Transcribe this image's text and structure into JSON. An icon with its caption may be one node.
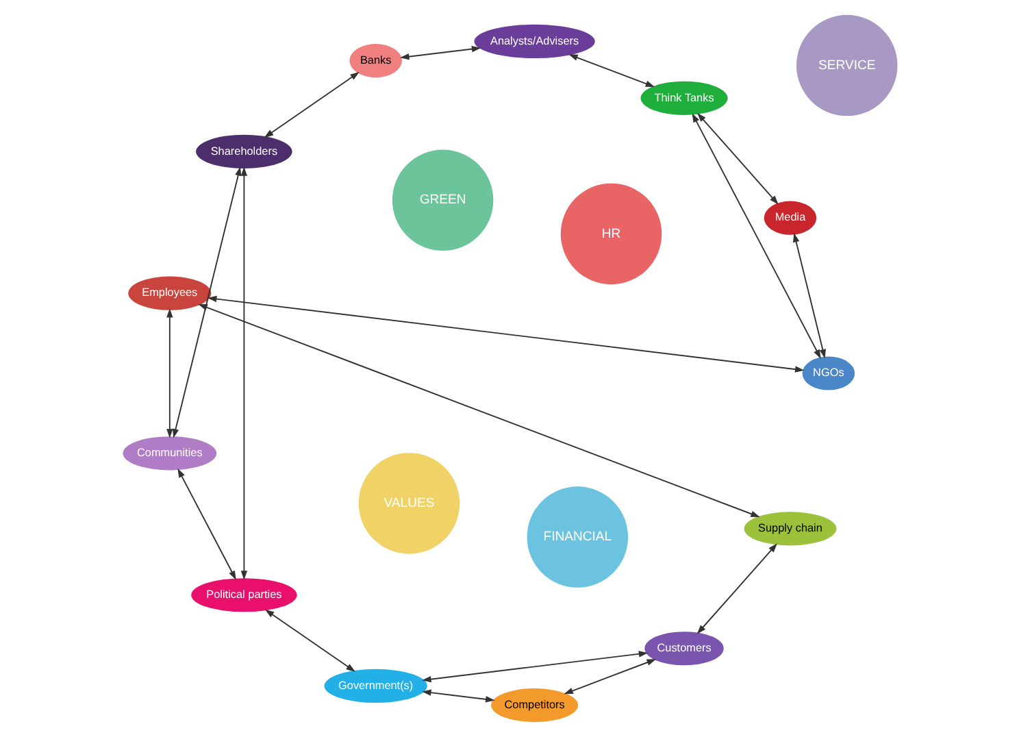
{
  "diagram": {
    "nodes": [
      {
        "text": [
          "NGOs"
        ]
      },
      {
        "text": [
          "Media"
        ]
      },
      {
        "text": [
          "Employees"
        ]
      },
      {
        "text": [
          "Think Tanks"
        ]
      },
      {
        "text": [
          "HR"
        ]
      },
      {
        "text": [
          "Supply chain"
        ]
      },
      {
        "text": [
          "GREEN"
        ]
      },
      {
        "text": [
          "Analysts/Advisers"
        ]
      },
      {
        "text": [
          "VALUES"
        ]
      },
      {
        "text": [
          "Customers"
        ]
      },
      {
        "text": [
          "FINANCIAL"
        ]
      },
      {
        "text": [
          "SERVICE"
        ]
      },
      {
        "text": [
          "Banks"
        ]
      },
      {
        "text": [
          "Competitors"
        ]
      },
      {
        "text": [
          "Shareholders"
        ]
      },
      {
        "text": [
          "Government(s)"
        ]
      },
      {
        "text": [
          "Communities"
        ]
      },
      {
        "text": [
          "Political parties"
        ]
      }
    ],
    "edges": [
      {
        "from": 1,
        "to": 0,
        "arrow": "both"
      },
      {
        "from": 0,
        "to": 2,
        "arrow": "both"
      },
      {
        "from": 3,
        "to": 1,
        "arrow": "both"
      },
      {
        "from": 3,
        "to": 0,
        "arrow": "both"
      },
      {
        "from": 2,
        "to": 5,
        "arrow": "both"
      },
      {
        "from": 5,
        "to": 9,
        "arrow": "both"
      },
      {
        "from": 9,
        "to": 13,
        "arrow": "both"
      },
      {
        "from": 13,
        "to": 15,
        "arrow": "both"
      },
      {
        "from": 15,
        "to": 17,
        "arrow": "both"
      },
      {
        "from": 17,
        "to": 16,
        "arrow": "both"
      },
      {
        "from": 16,
        "to": 14,
        "arrow": "both"
      },
      {
        "from": 14,
        "to": 12,
        "arrow": "both"
      },
      {
        "from": 12,
        "to": 7,
        "arrow": "both"
      },
      {
        "from": 7,
        "to": 3,
        "arrow": "both"
      },
      {
        "from": 16,
        "to": 2,
        "arrow": "both"
      },
      {
        "from": 15,
        "to": 9,
        "arrow": "both"
      },
      {
        "from": 14,
        "to": 17,
        "arrow": "both"
      }
    ]
  }
}
